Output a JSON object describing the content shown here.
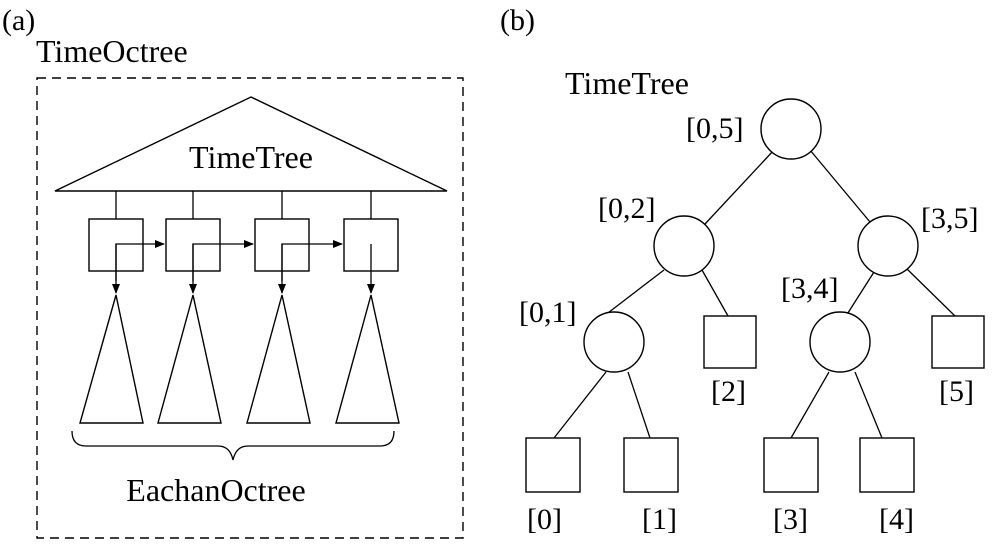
{
  "panel_a": {
    "panel_label": "(a)",
    "title": "TimeOctree",
    "tree_label": "TimeTree",
    "bottom_label": "EachanOctree"
  },
  "panel_b": {
    "panel_label": "(b)",
    "title": "TimeTree",
    "internal_nodes": [
      "[0,5]",
      "[0,2]",
      "[3,5]",
      "[0,1]",
      "[3,4]"
    ],
    "leaf_nodes": [
      "[2]",
      "[5]",
      "[0]",
      "[1]",
      "[3]",
      "[4]"
    ]
  }
}
